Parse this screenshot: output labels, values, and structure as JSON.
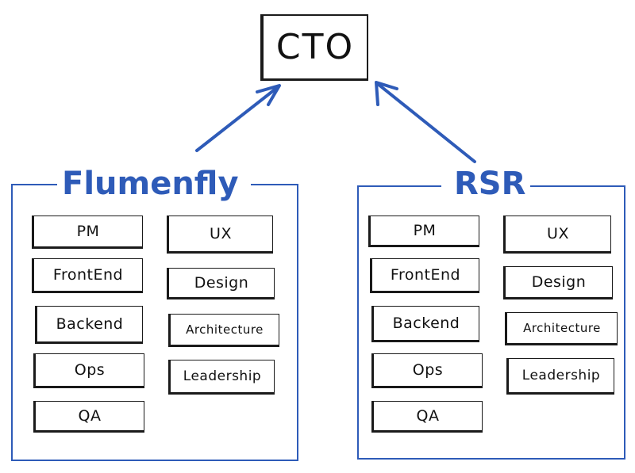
{
  "root": {
    "label": "CTO"
  },
  "groups": [
    {
      "title": "Flumenfly",
      "left_column": [
        "PM",
        "FrontEnd",
        "Backend",
        "Ops",
        "QA"
      ],
      "right_column": [
        "UX",
        "Design",
        "Architecture",
        "Leadership"
      ]
    },
    {
      "title": "RSR",
      "left_column": [
        "PM",
        "FrontEnd",
        "Backend",
        "Ops",
        "QA"
      ],
      "right_column": [
        "UX",
        "Design",
        "Architecture",
        "Leadership"
      ]
    }
  ],
  "colors": {
    "accent": "#2e5bb8",
    "ink": "#1a1a1a"
  }
}
